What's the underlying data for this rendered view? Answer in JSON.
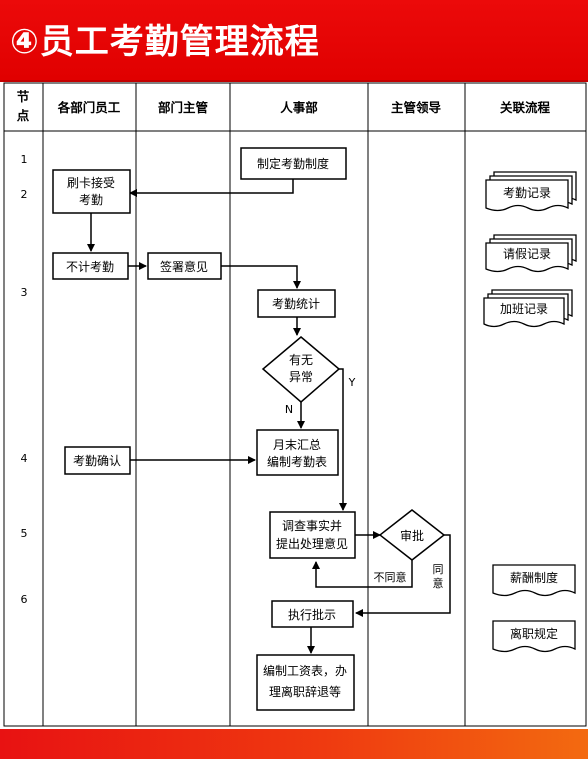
{
  "page": {
    "title": "④员工考勤管理流程"
  },
  "table": {
    "headers": {
      "node_line1": "节",
      "node_line2": "点",
      "lane1": "各部门员工",
      "lane2": "部门主管",
      "lane3": "人事部",
      "lane4": "主管领导",
      "lane5": "关联流程"
    },
    "row_numbers": [
      "1",
      "2",
      "3",
      "4",
      "5",
      "6"
    ]
  },
  "flow": {
    "make_rules": "制定考勤制度",
    "clock_in_l1": "刷卡接受",
    "clock_in_l2": "考勤",
    "no_attendance": "不计考勤",
    "sign_opinion": "签署意见",
    "statistics": "考勤统计",
    "abnormal_l1": "有无",
    "abnormal_l2": "异常",
    "yes": "Y",
    "no": "N",
    "monthly_l1": "月末汇总",
    "monthly_l2": "编制考勤表",
    "confirm": "考勤确认",
    "investigate_l1": "调查事实并",
    "investigate_l2": "提出处理意见",
    "approve": "审批",
    "disagree": "不同意",
    "agree_l1": "同",
    "agree_l2": "意",
    "execute": "执行批示",
    "payroll_l1": "编制工资表，办",
    "payroll_l2": "理离职辞退等"
  },
  "related": {
    "attendance_record": "考勤记录",
    "leave_record": "请假记录",
    "overtime_record": "加班记录",
    "salary_policy": "薪酬制度",
    "resignation_policy": "离职规定"
  }
}
